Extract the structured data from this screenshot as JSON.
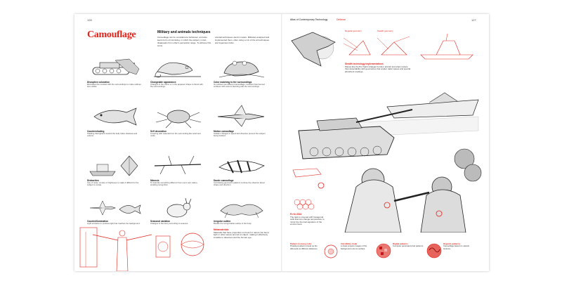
{
  "left": {
    "page_number": "126",
    "title": "Camouflage",
    "subtitle": "Military and animals techniques",
    "intro1": "Camouflage can be considered a behaviour, and also learnt form of mimicking, in which the subject, in fact, disappears from other's perception range. To achieve this, some",
    "intro2": "oriental techniques used in nature. Militaries analysed and implemented them, often using a mix of the art techniques and ingenious tricks.",
    "cells": [
      {
        "h": "Disruptive coloration",
        "b": "Eliminates the contrast with the surroundings to make outlines less visible."
      },
      {
        "h": "Changeable appearance",
        "b": "Changes in the colour or in the apparent shape to blend with the surroundings."
      },
      {
        "h": "Color matching to the surroundings",
        "b": "Its outlines use different camouflage; evolution has favored surfaces with colours blending with the surroundings."
      },
      {
        "h": "Countershading",
        "b": "Shading that lightens toward the belly hides shadows and volume."
      },
      {
        "h": "Self decoration",
        "b": "Covering with material from the surrounding like sand and rocks."
      },
      {
        "h": "Motion camouflage",
        "b": "Sudden changes in speed and direction prevent the subject being tracked."
      },
      {
        "h": "Distraction",
        "b": "Use of noise, smoke or brightness to make it difficult for the subject to locate."
      },
      {
        "h": "Mimesis",
        "b": "To look like something different from one's own nature, avoiding recognition."
      },
      {
        "h": "Dazzle camouflage",
        "b": "Contrasting geometric patterns confuse the observer about shape and direction."
      },
      {
        "h": "Counterillumination",
        "b": "Light emission to produce light that matches the background."
      },
      {
        "h": "Seasonal variation",
        "b": "Changes in the livery according to seasons."
      },
      {
        "h": "Irregular outline",
        "b": "Breaks the recognizable outline of the body."
      }
    ],
    "box_title": "Metamaterials",
    "box_text": "Materials that have properties not found in nature can bend light or other waves around an object, making it effectively invisible to detectors and the human eye."
  },
  "right": {
    "header": "Atlas of Contemporary Technology",
    "section": "Defense",
    "page_number": "127",
    "label_regular": "Regular geometry",
    "label_stealth": "Stealth geometry",
    "stealth_title": "Stealth technology implementations",
    "stealth_text": "Planes like the B-2 Spirit strategic bomber aircraft and ships reduce their detectability with geometries that scatter radar waves and special absorbent coatings.",
    "tank_title": "Pz Kr 2014",
    "tank_text": "The tank is covered with hexagonal cells that can change temperature to mimic the thermal signature of the environment.",
    "notes": [
      {
        "h": "Pattern in every color",
        "b": "Pixelated patterns break up the silhouette at different distances."
      },
      {
        "h": "Invisibility cloak",
        "b": "A cloak projects images of the background onto its surface."
      },
      {
        "h": "Digital patterns",
        "b": "Computer generated pixel patterns."
      },
      {
        "h": "Organic patterns",
        "b": "Camouflage based on natural textures."
      }
    ]
  }
}
